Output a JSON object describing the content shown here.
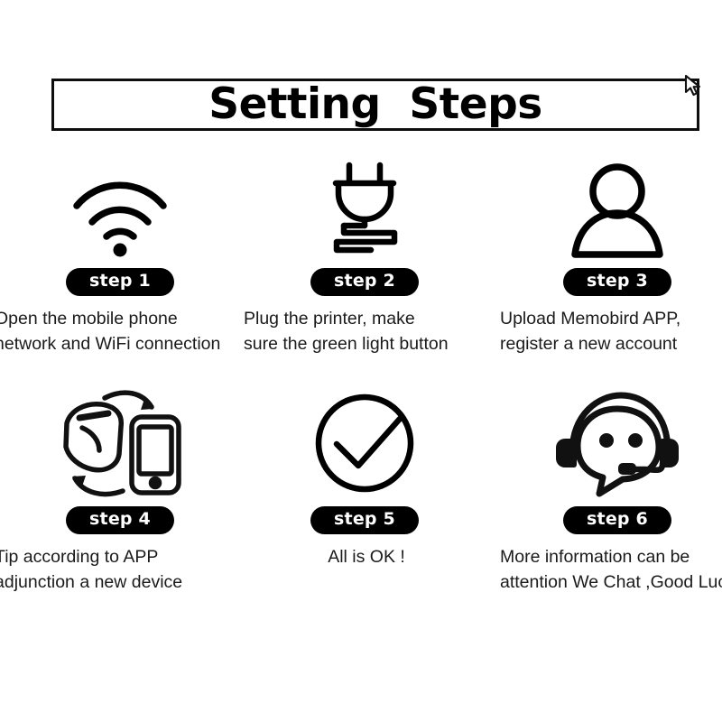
{
  "page": {
    "background_color": "#ffffff",
    "text_color": "#1a1a1a",
    "accent_color": "#000000"
  },
  "banner": {
    "title": "Setting  Steps",
    "corner_icon": "cursor-arrow-icon"
  },
  "steps": [
    {
      "badge": "step 1",
      "icon": "wifi-signal-icon",
      "caption": "Open the mobile phone\nnetwork and WiFi connection"
    },
    {
      "badge": "step 2",
      "icon": "power-plug-icon",
      "caption": "Plug the printer, make\nsure the green light button"
    },
    {
      "badge": "step 3",
      "icon": "user-person-icon",
      "caption": "Upload Memobird APP,\nregister a new account"
    },
    {
      "badge": "step 4",
      "icon": "printer-phone-sync-icon",
      "caption": "Tip according to APP\nadjunction a new device"
    },
    {
      "badge": "step 5",
      "icon": "check-circle-icon",
      "caption": "All is OK !"
    },
    {
      "badge": "step 6",
      "icon": "headset-support-icon",
      "caption": "More information can be\nattention We Chat ,Good Luck"
    }
  ]
}
